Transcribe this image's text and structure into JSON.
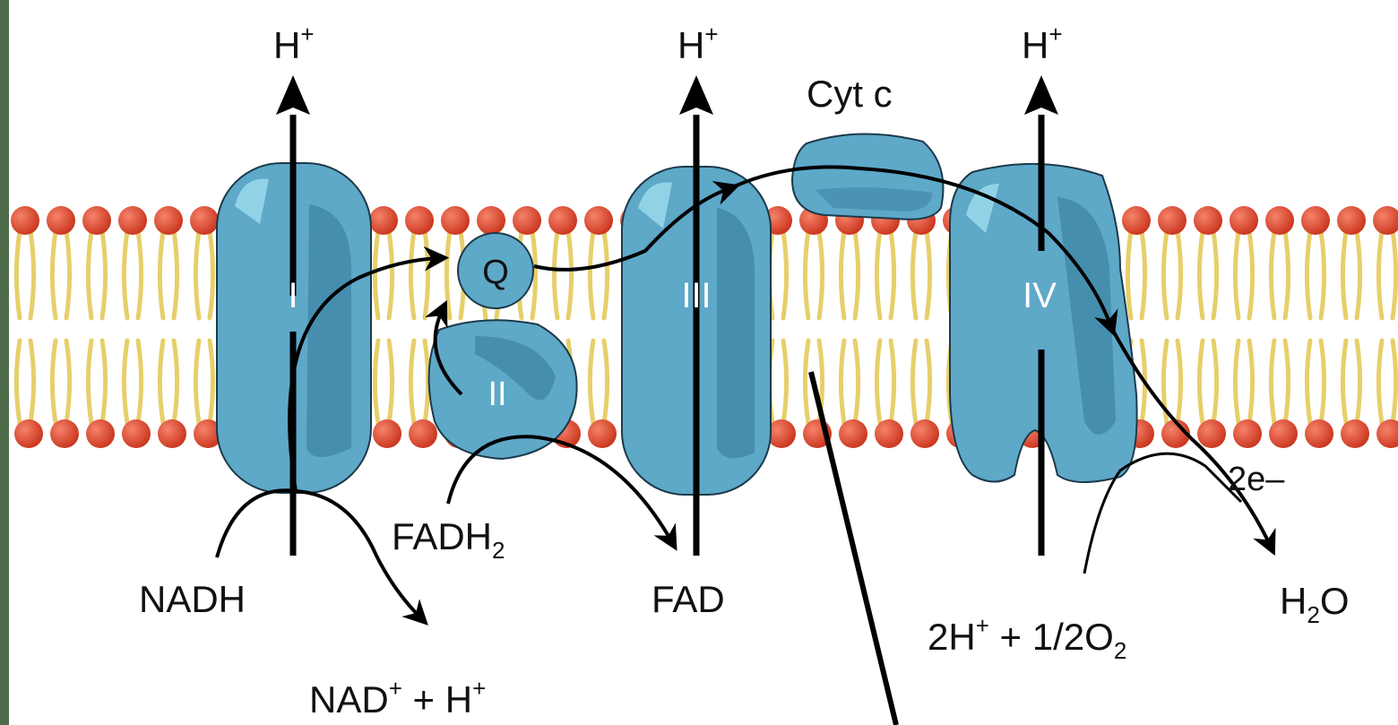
{
  "labels": {
    "h_plus_1": {
      "main": "H",
      "sup": "+"
    },
    "h_plus_3": {
      "main": "H",
      "sup": "+"
    },
    "h_plus_4": {
      "main": "H",
      "sup": "+"
    },
    "cyt_c": "Cyt c",
    "complex_1": "I",
    "complex_2": "II",
    "complex_3": "III",
    "complex_4": "IV",
    "quinone": "Q",
    "nadh": "NADH",
    "nad_main": "NAD",
    "nad_sup": "+",
    "nad_plus": " + H",
    "nad_sup2": "+",
    "fadh_main": "FADH",
    "fadh_sub": "2",
    "fad": "FAD",
    "two_e": "2e–",
    "h2o_h": "H",
    "h2o_sub": "2",
    "h2o_o": "O",
    "o2_a": "2H",
    "o2_sup": "+",
    "o2_b": " + 1/2O",
    "o2_sub": "2"
  },
  "colors": {
    "protein": "#5ea8c8",
    "protein_dark": "#3f85a6",
    "protein_light": "#8fd0e6",
    "lipid_head": "#e24a2c",
    "lipid_tail": "#e6cf6a",
    "arrow": "#000000"
  }
}
